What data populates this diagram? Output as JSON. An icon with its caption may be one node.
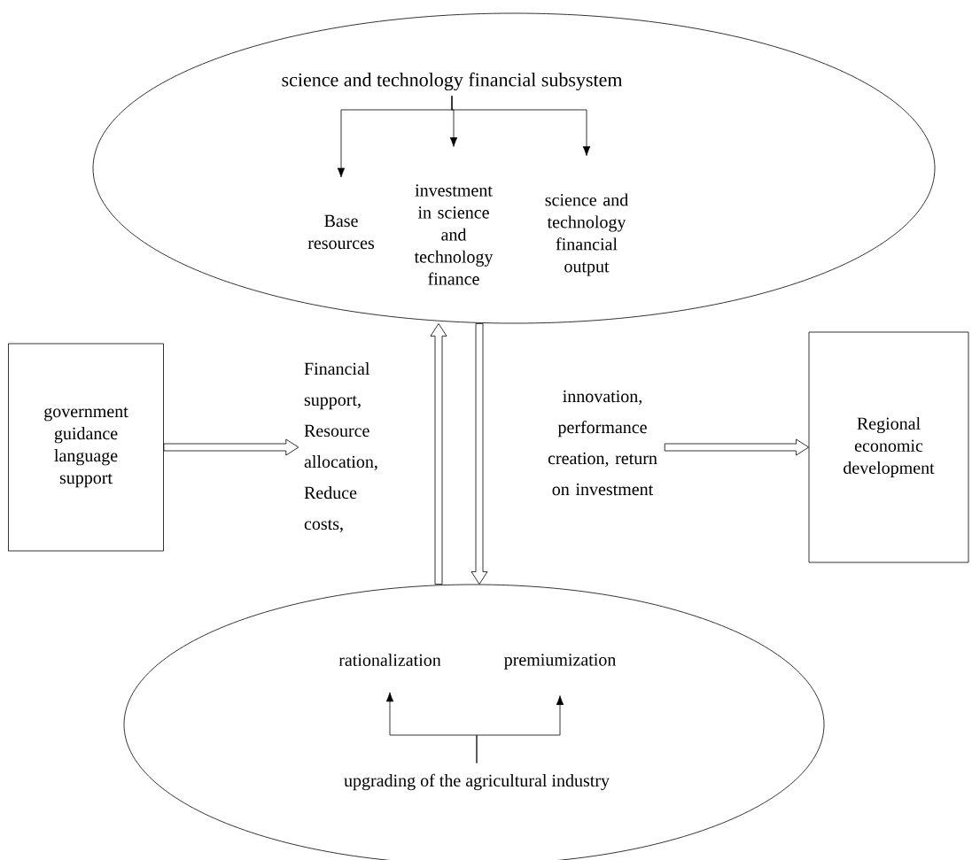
{
  "diagram": {
    "nodes": [
      {
        "text": [],
        "shape": "ellipse"
      },
      {
        "text": [
          "science and technology financial subsystem"
        ],
        "in": 0
      },
      {
        "text": [
          "Base resources"
        ],
        "in": 0
      },
      {
        "text": [
          "investment in science and technology finance"
        ],
        "in": 0
      },
      {
        "text": [
          "science and technology financial output"
        ],
        "in": 0
      },
      {
        "text": [
          "government guidance language support"
        ]
      },
      {
        "text": [
          "Financial support, Resource allocation, Reduce costs,"
        ]
      },
      {
        "text": [
          "innovation, performance creation, return on investment"
        ]
      },
      {
        "text": [
          "Regional economic development"
        ]
      },
      {
        "text": [],
        "shape": "ellipse"
      },
      {
        "text": [
          "rationalization"
        ],
        "in": 9
      },
      {
        "text": [
          "premiumization"
        ],
        "in": 9
      },
      {
        "text": [
          "upgrading of the agricultural industry"
        ],
        "in": 9
      }
    ],
    "edges": [
      {
        "from": 1,
        "to": 2,
        "arrow": "to"
      },
      {
        "from": 1,
        "to": 3,
        "arrow": "to"
      },
      {
        "from": 1,
        "to": 4,
        "arrow": "to"
      },
      {
        "from": 5,
        "to": 6,
        "arrow": "to",
        "style": "thick"
      },
      {
        "from": 9,
        "to": 0,
        "arrow": "to",
        "style": "thick"
      },
      {
        "from": 0,
        "to": 9,
        "arrow": "to",
        "style": "thick"
      },
      {
        "from": 7,
        "to": 8,
        "arrow": "to",
        "style": "thick"
      },
      {
        "from": 12,
        "to": 10,
        "arrow": "to"
      },
      {
        "from": 12,
        "to": 11,
        "arrow": "to"
      }
    ]
  }
}
